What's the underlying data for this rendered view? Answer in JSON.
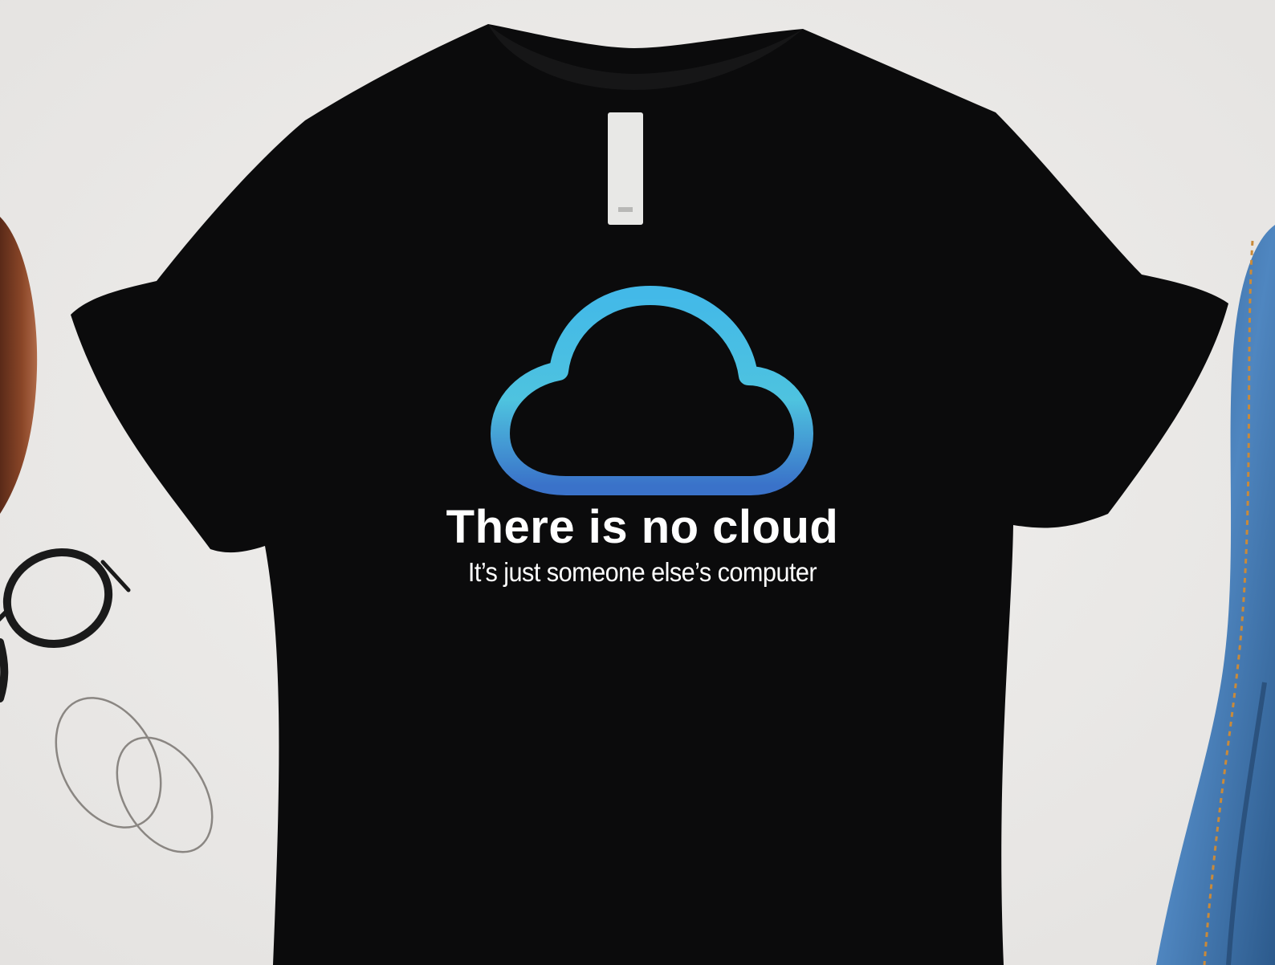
{
  "scene": {
    "background_color": "#eceae8",
    "shirt_color": "#0b0b0c",
    "tag_color": "#e8e8e6",
    "props": [
      "wooden-bowl",
      "eyeglasses",
      "hoop-earrings",
      "denim-jacket"
    ]
  },
  "shirt_print": {
    "icon": "cloud-outline-icon",
    "gradient_top_color": "#43b9e8",
    "gradient_mid_color": "#4ec3df",
    "gradient_bottom_color": "#3a72c9",
    "title": "There is no cloud",
    "subtitle": "It’s just someone else’s computer"
  }
}
